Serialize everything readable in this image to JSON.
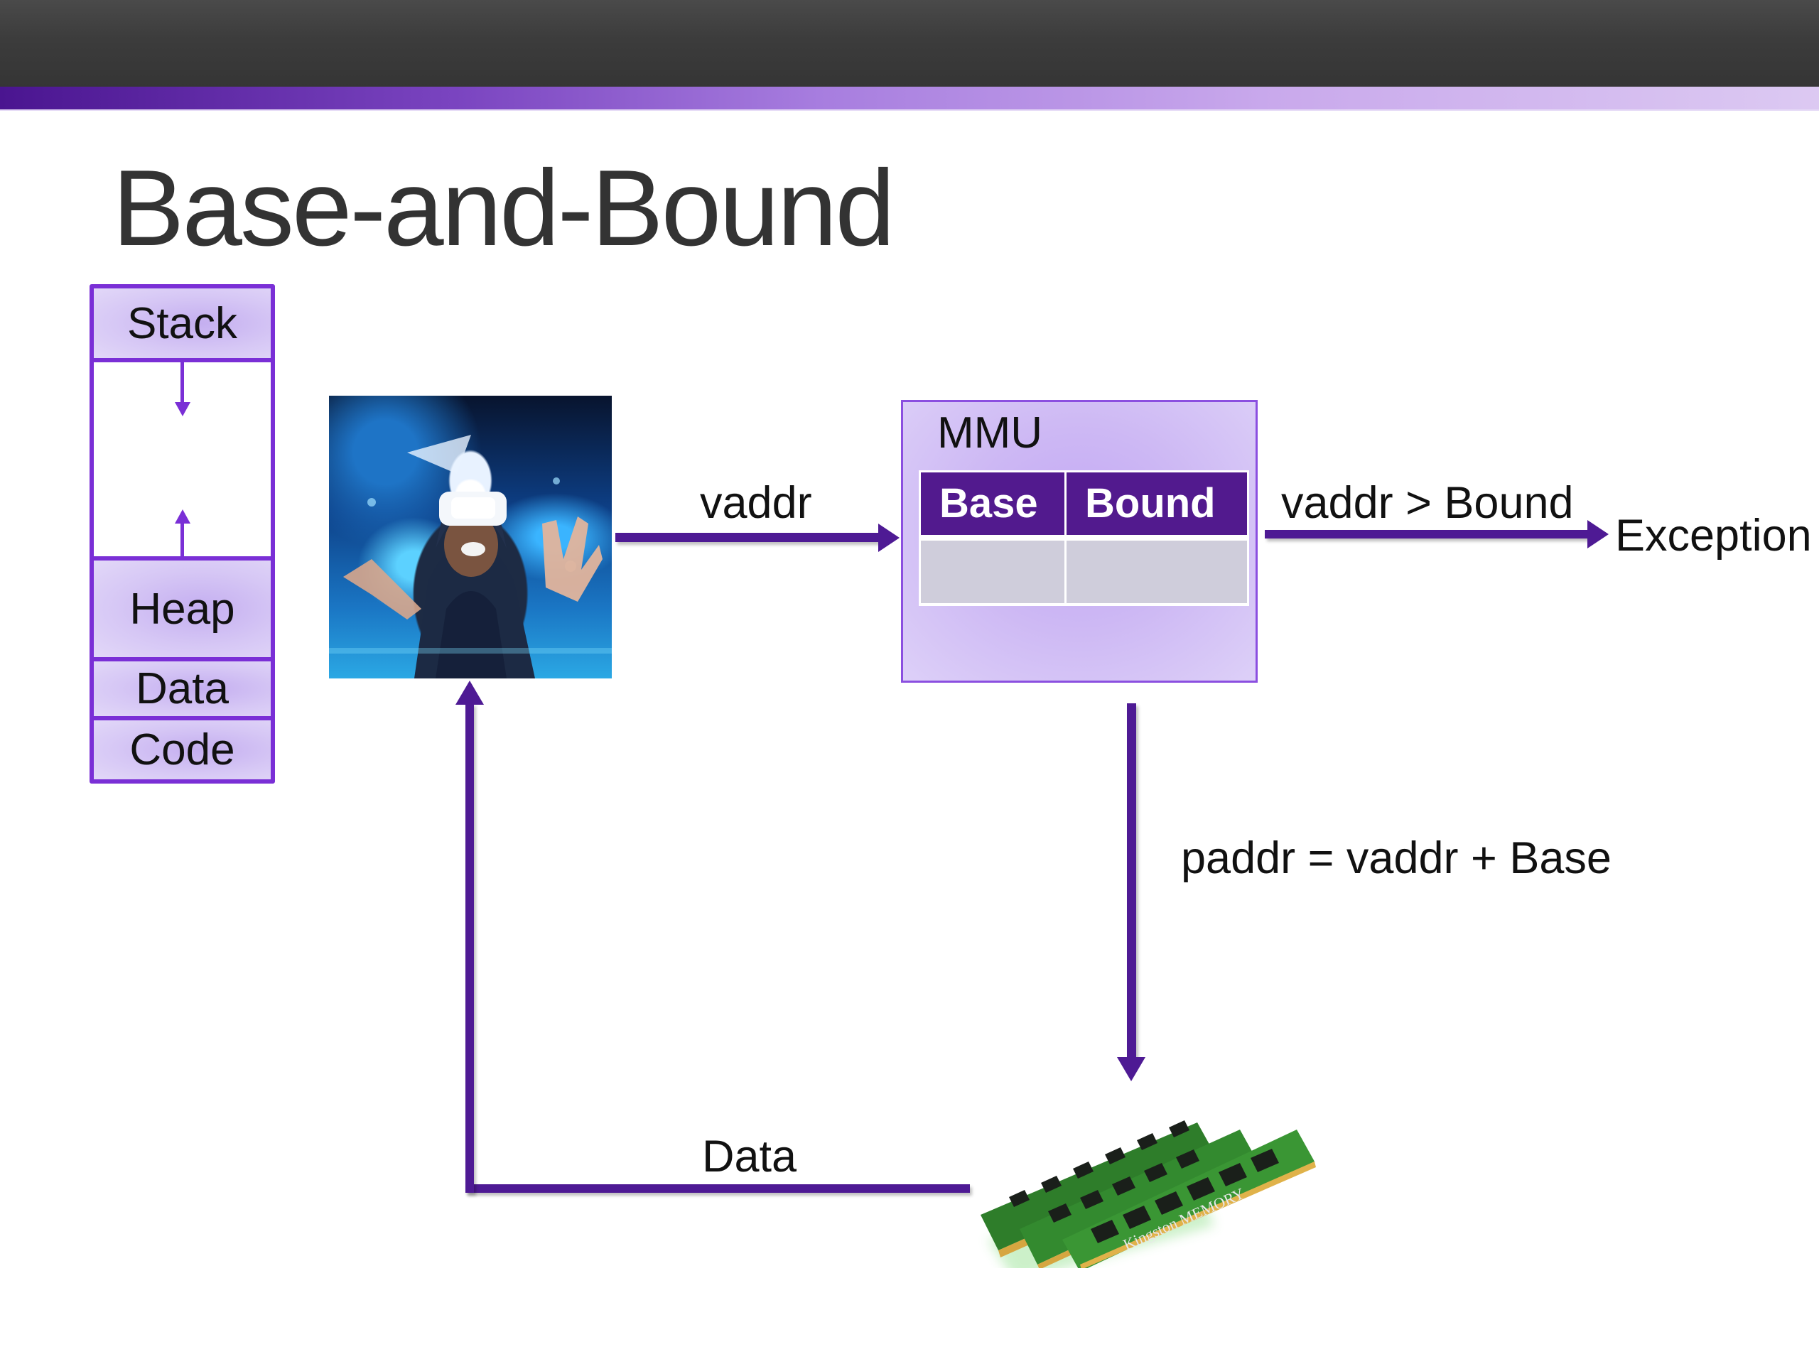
{
  "slide": {
    "title": "Base-and-Bound",
    "colors": {
      "accent_purple": "#4e1a94",
      "stack_border": "#7a2fd6",
      "table_header": "#521a8e",
      "table_body": "#cfcddb",
      "topbar": "#3c3c3c"
    }
  },
  "address_space": {
    "segments": [
      {
        "label": "Stack"
      },
      {
        "label": ""
      },
      {
        "label": "Heap"
      },
      {
        "label": "Data"
      },
      {
        "label": "Code"
      }
    ],
    "growth_arrows": [
      "stack-grows-down",
      "heap-grows-up"
    ]
  },
  "process_image": {
    "icon": "person-with-vr-headset-photo"
  },
  "mmu": {
    "title": "MMU",
    "registers": {
      "headers": [
        "Base",
        "Bound"
      ],
      "values": [
        "",
        ""
      ]
    }
  },
  "flow": {
    "vaddr_label": "vaddr",
    "bound_check_label": "vaddr > Bound",
    "exception_label": "Exception",
    "translation_label": "paddr = vaddr + Base",
    "data_label": "Data"
  },
  "memory_image": {
    "icon": "ram-modules-photo",
    "brand_text": "Kingston MEMORY"
  }
}
